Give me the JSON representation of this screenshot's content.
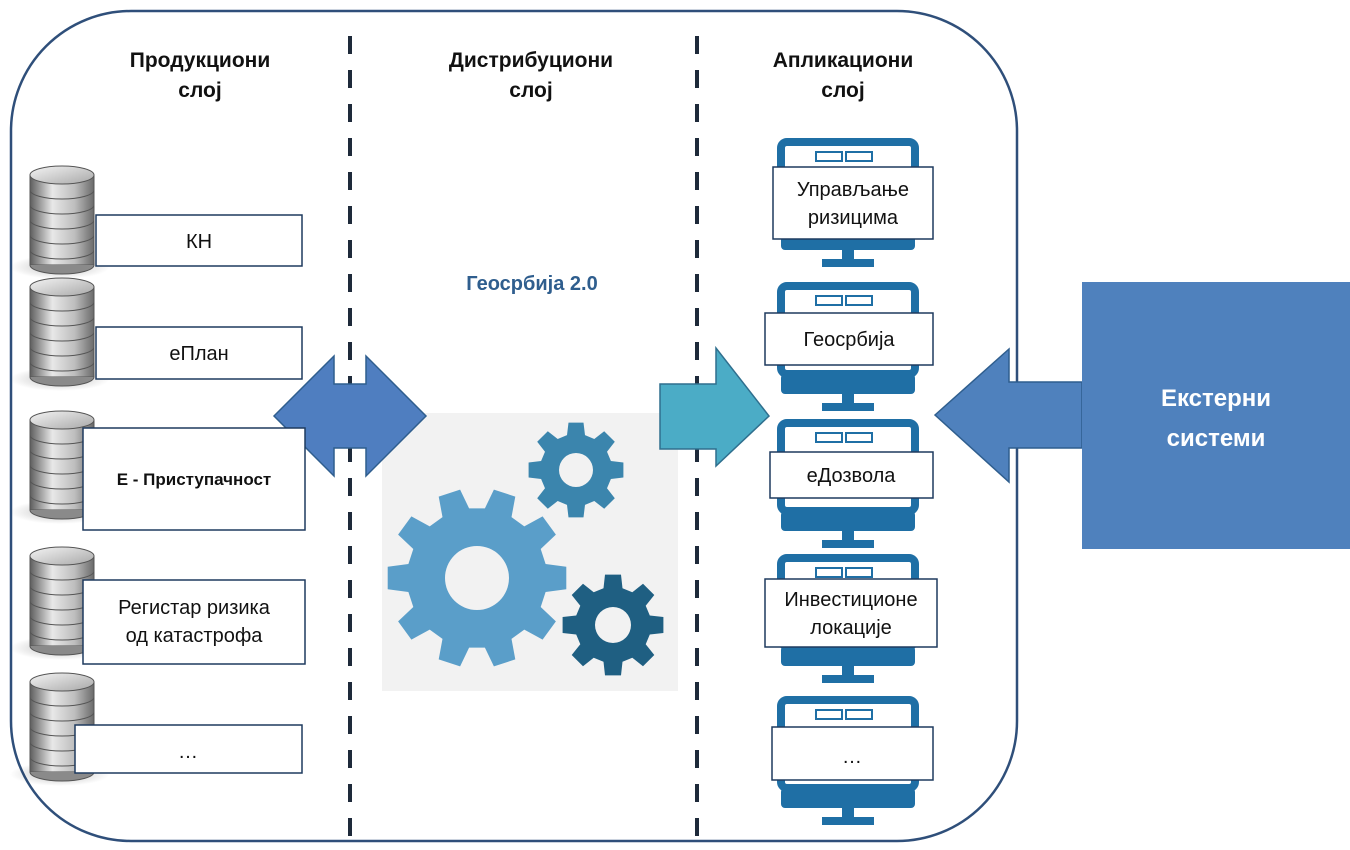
{
  "layers": {
    "production": {
      "title_line1": "Продукциони",
      "title_line2": "слој"
    },
    "distribution": {
      "title_line1": "Дистрибуциони",
      "title_line2": "слој"
    },
    "application": {
      "title_line1": "Апликациони",
      "title_line2": "слој"
    }
  },
  "production_items": [
    {
      "line1": "КН",
      "line2": ""
    },
    {
      "line1": "еПлан",
      "line2": ""
    },
    {
      "line1": "Е - Приступачност",
      "line2": ""
    },
    {
      "line1": "Регистар ризика",
      "line2": "од катастрофа"
    },
    {
      "line1": "…",
      "line2": ""
    }
  ],
  "distribution_hub": {
    "label": "Геосрбија 2.0"
  },
  "application_items": [
    {
      "line1": "Управљање",
      "line2": "ризицима"
    },
    {
      "line1": "Геосрбија",
      "line2": ""
    },
    {
      "line1": "еДозвола",
      "line2": ""
    },
    {
      "line1": "Инвестиционе",
      "line2": "локације"
    },
    {
      "line1": "…",
      "line2": ""
    }
  ],
  "external": {
    "line1": "Екстерни",
    "line2": "системи"
  },
  "colors": {
    "frame": "#2f4f7a",
    "double_arrow": "#4f7ec0",
    "teal_arrow": "#4bacc6",
    "external_box": "#4f81bd",
    "monitor": "#1f6fa5",
    "gear_light": "#5a9ec9",
    "gear_mid": "#3b85ad",
    "gear_dark": "#1f5f82",
    "hub_text": "#2f5e8e"
  }
}
